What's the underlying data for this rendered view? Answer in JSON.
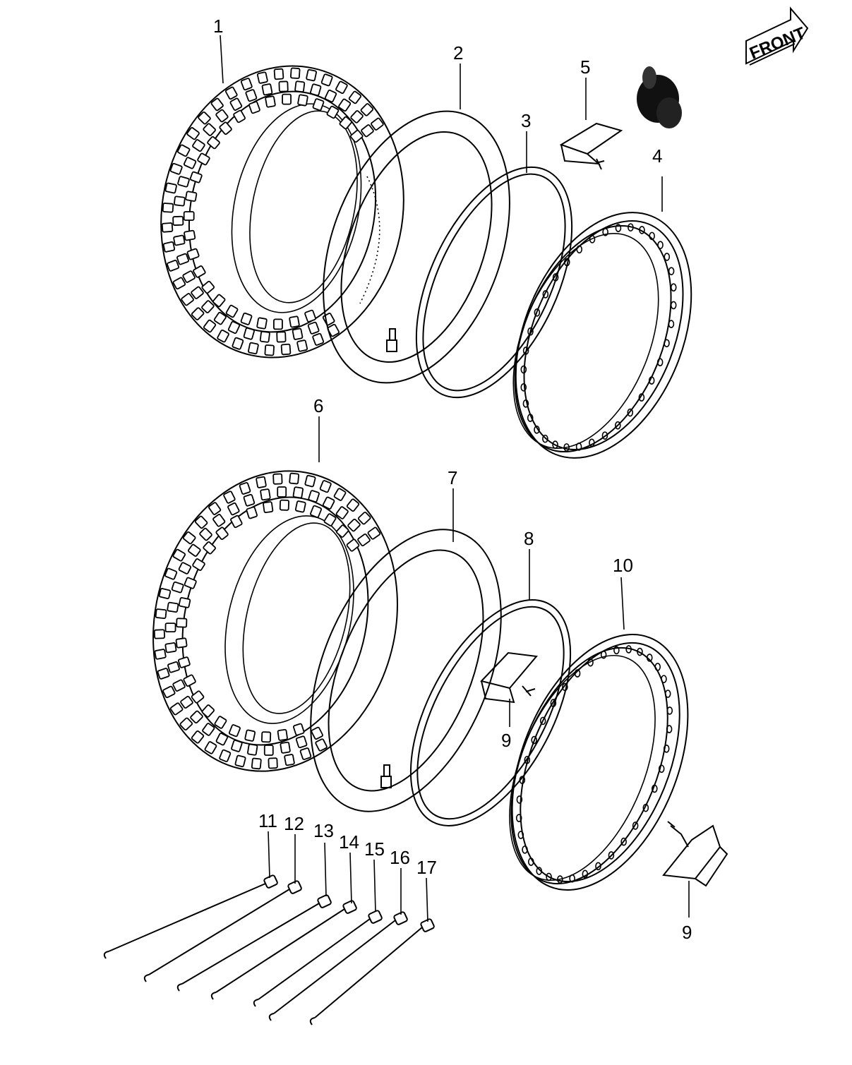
{
  "direction_label": "FRONT",
  "callouts": [
    {
      "id": "1",
      "label": "1"
    },
    {
      "id": "2",
      "label": "2"
    },
    {
      "id": "3",
      "label": "3"
    },
    {
      "id": "4",
      "label": "4"
    },
    {
      "id": "5",
      "label": "5"
    },
    {
      "id": "6",
      "label": "6"
    },
    {
      "id": "7",
      "label": "7"
    },
    {
      "id": "8",
      "label": "8"
    },
    {
      "id": "9a",
      "label": "9"
    },
    {
      "id": "10",
      "label": "10"
    },
    {
      "id": "9b",
      "label": "9"
    },
    {
      "id": "11",
      "label": "11"
    },
    {
      "id": "12",
      "label": "12"
    },
    {
      "id": "13",
      "label": "13"
    },
    {
      "id": "14",
      "label": "14"
    },
    {
      "id": "15",
      "label": "15"
    },
    {
      "id": "16",
      "label": "16"
    },
    {
      "id": "17",
      "label": "17"
    }
  ]
}
